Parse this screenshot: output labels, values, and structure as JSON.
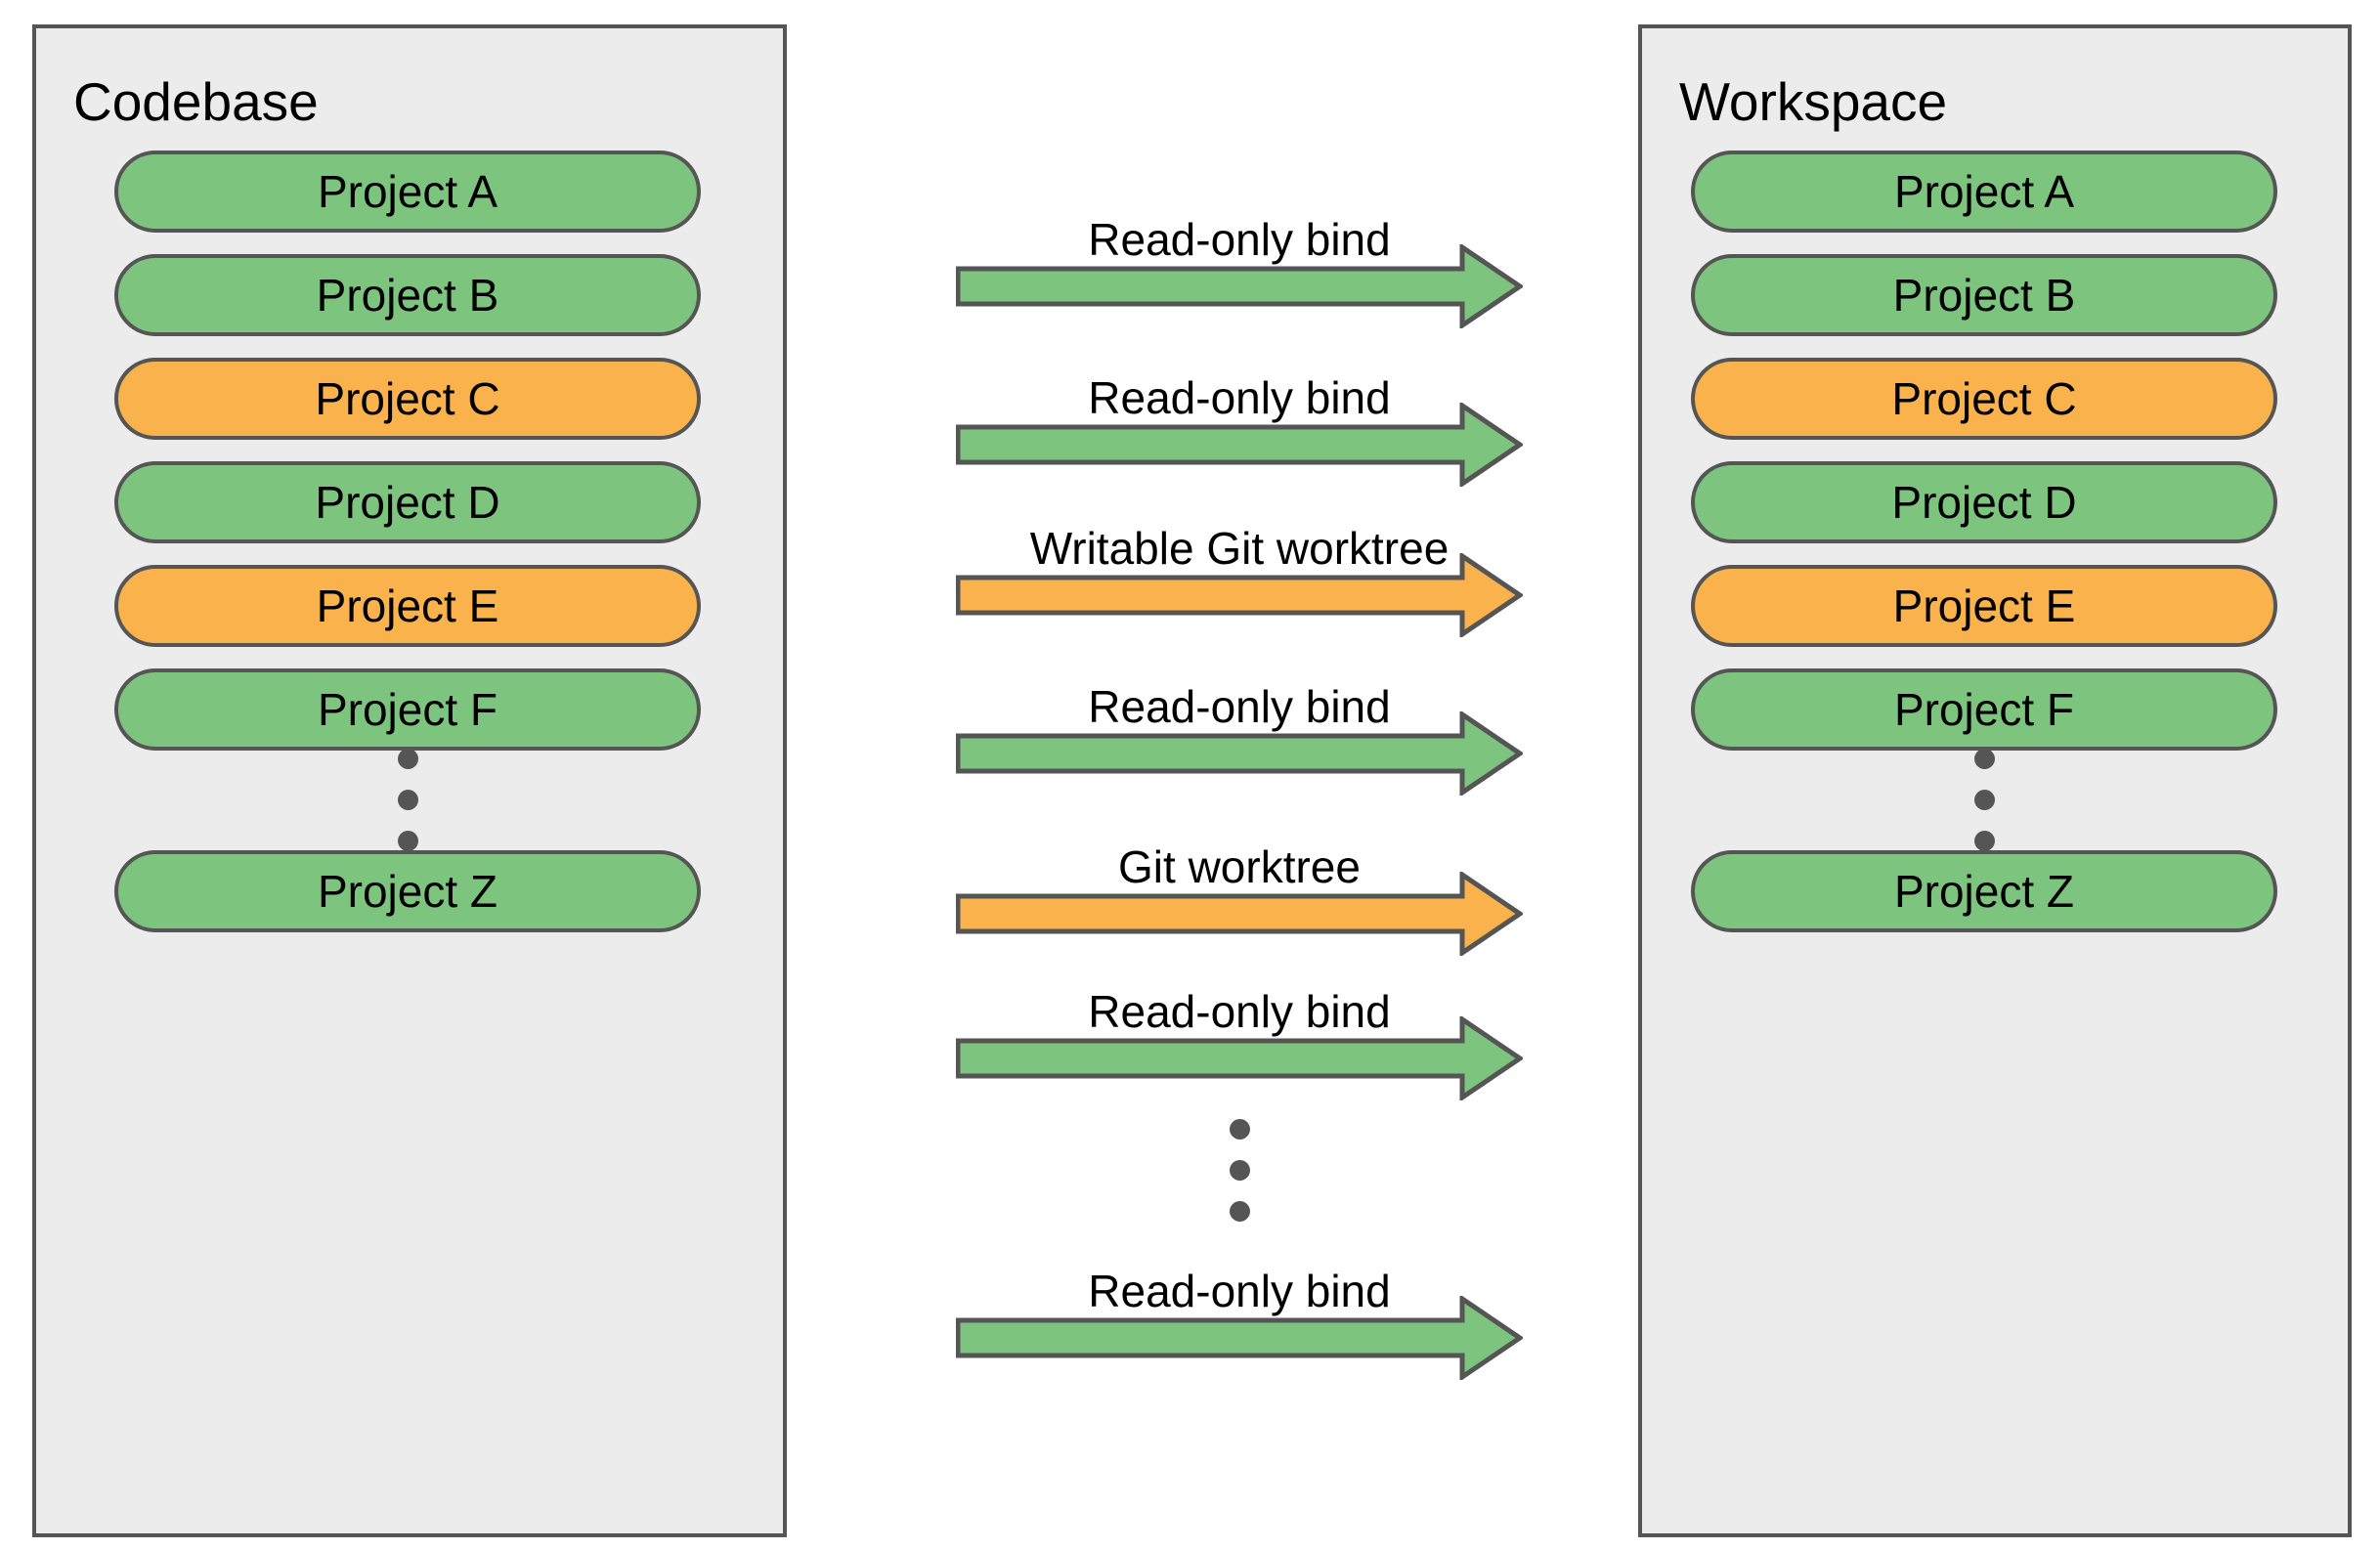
{
  "colors": {
    "green": "#7DC47F",
    "orange": "#FAB24C",
    "outline": "#555555",
    "panel_bg": "#ECECEC",
    "canvas_bg": "#FFFFFF",
    "text": "#000000"
  },
  "panels": {
    "left": {
      "title": "Codebase",
      "items": [
        {
          "label": "Project A",
          "color": "green"
        },
        {
          "label": "Project B",
          "color": "green"
        },
        {
          "label": "Project C",
          "color": "orange"
        },
        {
          "label": "Project D",
          "color": "green"
        },
        {
          "label": "Project E",
          "color": "orange"
        },
        {
          "label": "Project F",
          "color": "green"
        },
        {
          "label": "Project Z",
          "color": "green"
        }
      ],
      "ellipsis": "vertical-three-dots"
    },
    "right": {
      "title": "Workspace",
      "items": [
        {
          "label": "Project A",
          "color": "green"
        },
        {
          "label": "Project B",
          "color": "green"
        },
        {
          "label": "Project C",
          "color": "orange"
        },
        {
          "label": "Project D",
          "color": "green"
        },
        {
          "label": "Project E",
          "color": "orange"
        },
        {
          "label": "Project F",
          "color": "green"
        },
        {
          "label": "Project Z",
          "color": "green"
        }
      ],
      "ellipsis": "vertical-three-dots"
    }
  },
  "arrows": [
    {
      "label": "Read-only bind",
      "color": "green"
    },
    {
      "label": "Read-only bind",
      "color": "green"
    },
    {
      "label": "Writable Git worktree",
      "color": "orange"
    },
    {
      "label": "Read-only bind",
      "color": "green"
    },
    {
      "label": "Git worktree",
      "color": "orange"
    },
    {
      "label": "Read-only bind",
      "color": "green"
    },
    {
      "label": "Read-only bind",
      "color": "green"
    }
  ],
  "middle_ellipsis": "vertical-three-dots"
}
